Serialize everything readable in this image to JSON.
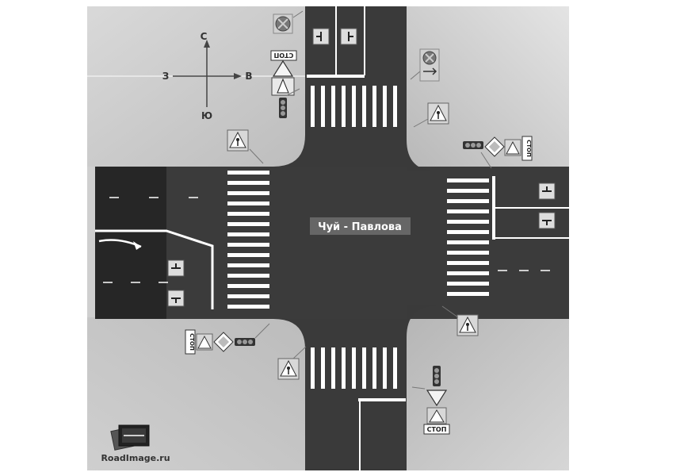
{
  "intersection": {
    "name": "Чуй - Павлова"
  },
  "compass": {
    "north": "С",
    "south": "Ю",
    "west": "З",
    "east": "В"
  },
  "signs": {
    "stop_label": "СТОП"
  },
  "watermark": {
    "text": "RoadImage.ru"
  },
  "colors": {
    "road": "#3a3a3a",
    "sidewalk": "#c8c8c8",
    "marking": "#ffffff",
    "label_bg": "#666666"
  },
  "icons": [
    "compass-icon",
    "traffic-light-icon",
    "pedestrian-crossing-sign-icon",
    "main-road-sign-icon",
    "yield-sign-icon",
    "no-stopping-sign-icon",
    "lane-direction-sign-icon",
    "turn-arrow-marking-icon",
    "camera-logo-icon"
  ]
}
